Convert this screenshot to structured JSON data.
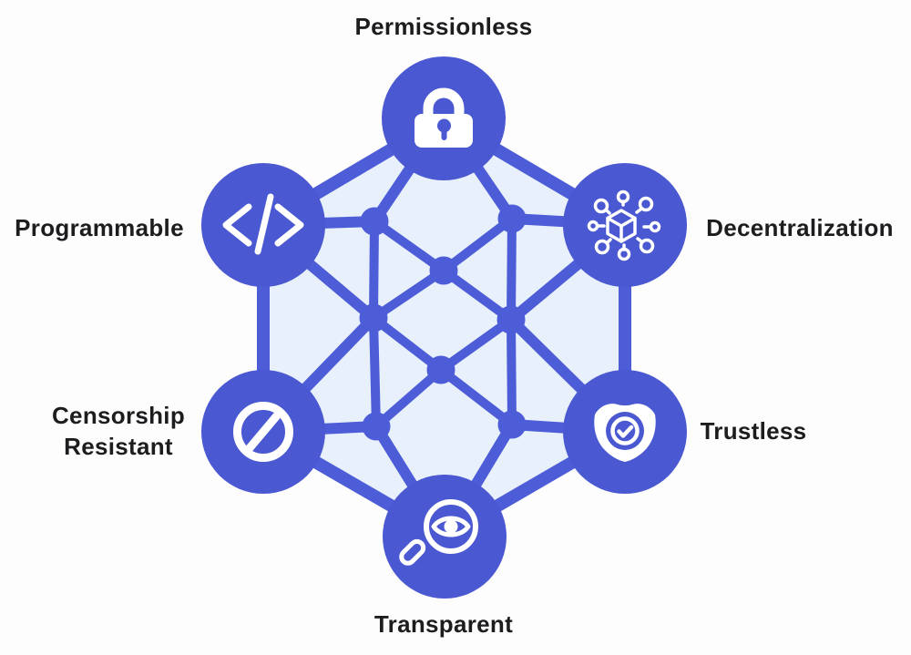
{
  "diagram": {
    "nodes": [
      {
        "label": "Permissionless",
        "icon": "lock-icon"
      },
      {
        "label": "Decentralization",
        "icon": "decentralized-network-icon"
      },
      {
        "label": "Trustless",
        "icon": "shield-check-icon"
      },
      {
        "label": "Transparent",
        "icon": "magnifier-eye-icon"
      },
      {
        "label": "Censorship Resistant",
        "icon": "prohibition-icon"
      },
      {
        "label": "Programmable",
        "icon": "code-icon"
      }
    ],
    "colors": {
      "node_blue": "#4a58d1",
      "line_blue": "#4d5dd8",
      "hexagon_fill": "#e8f0fb",
      "icon_color": "#ffffff",
      "label_color": "#1d1d1f",
      "background": "#fdfdfe"
    }
  }
}
